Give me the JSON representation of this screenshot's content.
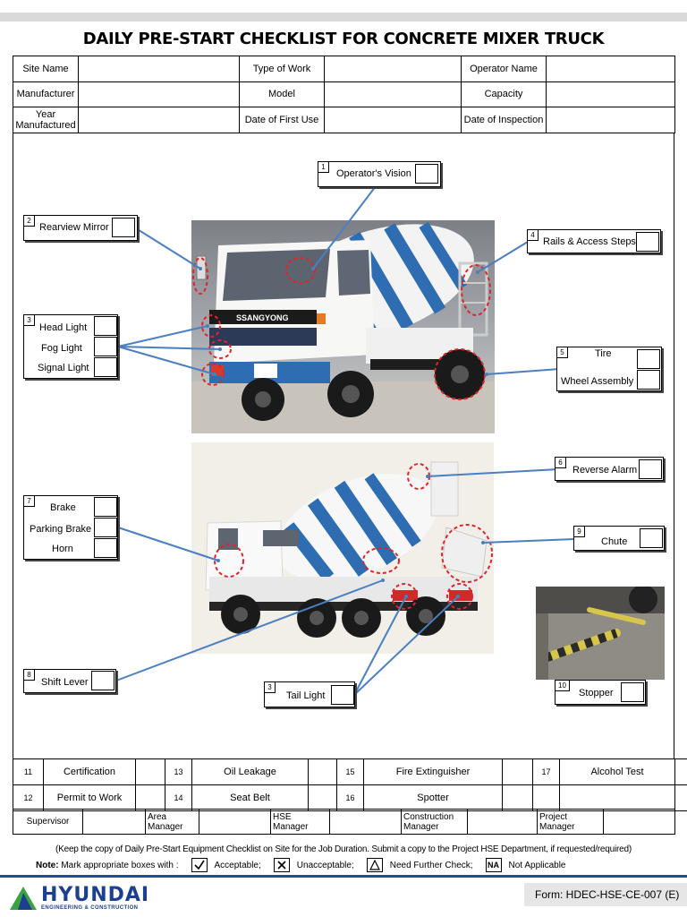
{
  "title": "DAILY PRE-START CHECKLIST FOR CONCRETE MIXER TRUCK",
  "header": {
    "site_name": "Site Name",
    "type_of_work": "Type of Work",
    "operator_name": "Operator Name",
    "manufacturer": "Manufacturer",
    "model": "Model",
    "capacity": "Capacity",
    "year_manufactured": "Year Manufactured",
    "date_first_use": "Date of First Use",
    "date_inspection": "Date of Inspection"
  },
  "callouts": {
    "c1": {
      "num": "1",
      "items": [
        "Operator's Vision"
      ]
    },
    "c2": {
      "num": "2",
      "items": [
        "Rearview Mirror"
      ]
    },
    "c3": {
      "num": "3",
      "items": [
        "Head Light",
        "Fog Light",
        "Signal Light"
      ]
    },
    "c4": {
      "num": "4",
      "items": [
        "Rails & Access Steps"
      ]
    },
    "c5": {
      "num": "5",
      "items": [
        "Tire",
        "Wheel Assembly"
      ]
    },
    "c6": {
      "num": "6",
      "items": [
        "Reverse Alarm"
      ]
    },
    "c7": {
      "num": "7",
      "items": [
        "Brake",
        "Parking Brake",
        "Horn"
      ]
    },
    "c8": {
      "num": "8",
      "items": [
        "Shift Lever"
      ]
    },
    "c3b": {
      "num": "3",
      "items": [
        "Tail Light"
      ]
    },
    "c9": {
      "num": "9",
      "items": [
        "Chute"
      ]
    },
    "c10": {
      "num": "10",
      "items": [
        "Stopper"
      ]
    }
  },
  "truck_text": {
    "brand": "SSANGYONG"
  },
  "checks": {
    "c11": {
      "num": "11",
      "label": "Certification"
    },
    "c12": {
      "num": "12",
      "label": "Permit to Work"
    },
    "c13": {
      "num": "13",
      "label": "Oil Leakage"
    },
    "c14": {
      "num": "14",
      "label": "Seat Belt"
    },
    "c15": {
      "num": "15",
      "label": "Fire Extinguisher"
    },
    "c16": {
      "num": "16",
      "label": "Spotter"
    },
    "c17": {
      "num": "17",
      "label": "Alcohol Test"
    }
  },
  "signatures": {
    "supervisor": "Supervisor",
    "area_manager": "Area Manager",
    "hse_manager": "HSE Manager",
    "construction_manager": "Construction Manager",
    "project_manager": "Project Manager"
  },
  "footer": {
    "keep_note": "(Keep the copy of Daily Pre-Start Equipment Checklist on Site for the Job Duration. Submit a copy to the Project HSE Department, if requested/required)",
    "note_label": "Note:",
    "note_text": "Mark appropriate boxes with :",
    "acceptable": "Acceptable;",
    "unacceptable": "Unacceptable;",
    "further_check": "Need Further Check;",
    "na_symbol": "NA",
    "not_applicable": "Not Applicable",
    "logo_word": "HYUNDAI",
    "logo_sub": "ENGINEERING & CONSTRUCTION",
    "form_number": "Form: HDEC-HSE-CE-007 (E)"
  },
  "colors": {
    "connector_line": "#4a7fc1",
    "highlight_circle": "#e0242a",
    "brand_blue": "#1d3f8f",
    "logo_green": "#3aa33f"
  }
}
